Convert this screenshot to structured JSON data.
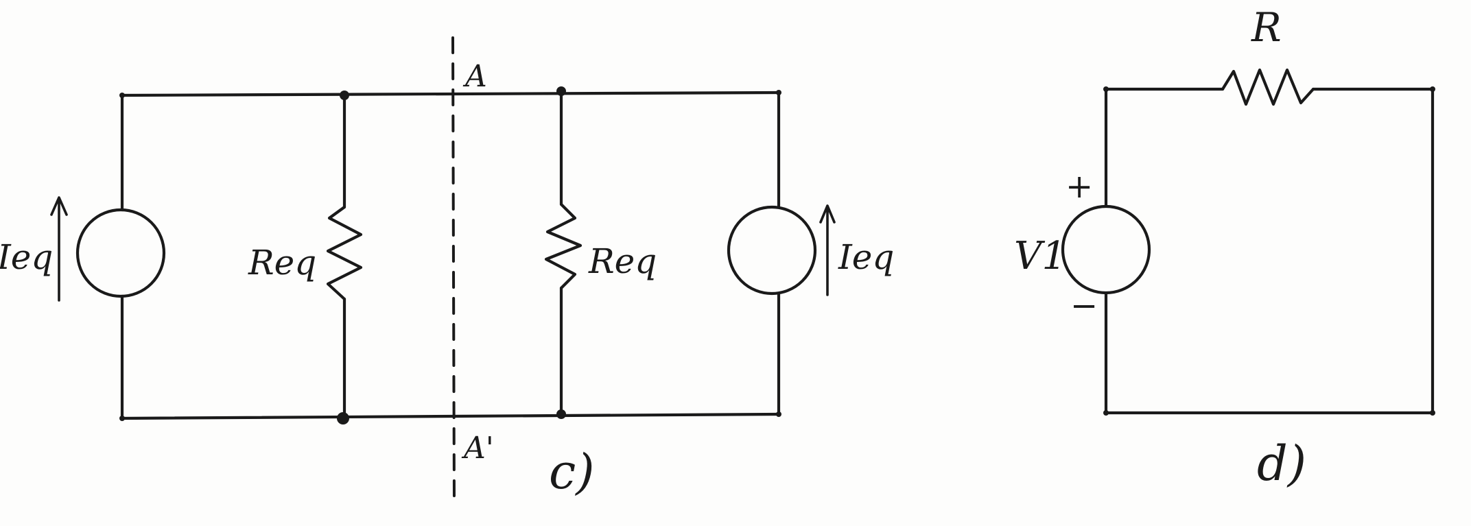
{
  "circuit_c": {
    "left_source_label": "Ieq",
    "left_resistor_label": "Req",
    "right_resistor_label": "Req",
    "right_source_label": "Ieq",
    "cut_top_label": "A",
    "cut_bottom_label": "A'",
    "caption": "c)"
  },
  "circuit_d": {
    "resistor_label": "R",
    "source_label": "V1",
    "plus_sign": "+",
    "minus_sign": "−",
    "caption": "d)"
  }
}
